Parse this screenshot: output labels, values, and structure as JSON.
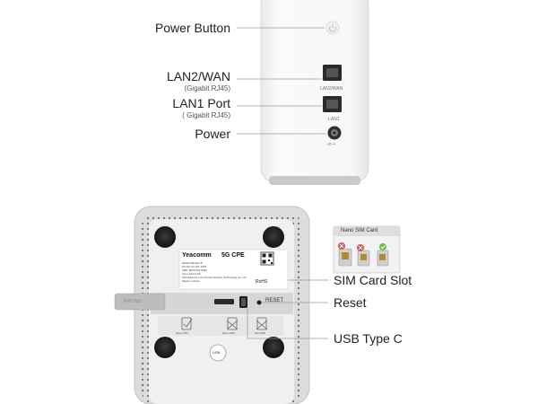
{
  "top_labels": {
    "power_button": "Power Button",
    "lan2_wan": "LAN2/WAN",
    "lan2_wan_sub": "(Gigabit RJ45)",
    "lan1_port": "LAN1 Port",
    "lan1_port_sub": "( Gigabit RJ45)",
    "power": "Power"
  },
  "device_top": {
    "port_label_lan2": "LAN2/WAN",
    "port_label_lan1": "LAN1",
    "power_symbol": "-⊙-+"
  },
  "sticker": {
    "brand": "Yeacomm",
    "model": "5G CPE",
    "rohs": "RoHS",
    "fine_print": [
      "Model:NR330-L8",
      "DC12V 2A   SN: 2846",
      "IMEI: 8600 000 0000",
      "Input 12V=1.5A",
      "Manufacturer Info Communication Technology Co.,Ltd",
      "Made in China"
    ]
  },
  "bottom_panel": {
    "reset_label": "RESET",
    "sim_labels": [
      "Nano-SIM",
      "Micro-SIM",
      "Mini-SIM"
    ],
    "pry_tab_text": "PRO MS",
    "usb_badge": "USB"
  },
  "nano_card": {
    "title": "Nano SIM Card"
  },
  "bottom_labels": {
    "sim_slot": "SIM Card Slot",
    "reset": "Reset",
    "usb": "USB Type C"
  },
  "colors": {
    "panel_gray": "#c9c9c9",
    "panel_bezel": "#dcdcdc",
    "rubber_foot": "#1b1b1b",
    "device_white": "#f6f6f6",
    "accent_green": "#6abf4b",
    "accent_red": "#d9534f"
  }
}
